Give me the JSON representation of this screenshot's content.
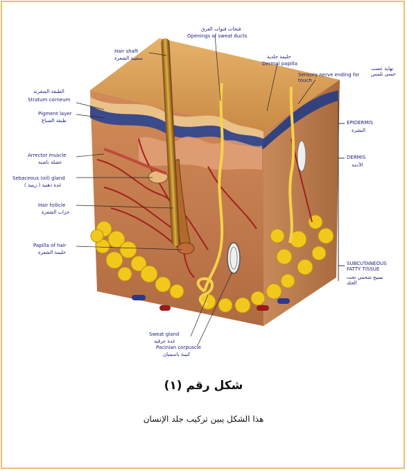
{
  "labels": {
    "hair_shaft_en": "Hair shaft",
    "hair_shaft_ar": "سفيبة الشعرة",
    "openings_ar": "فتحات قنوات العرق",
    "openings_en": "Openings of sweat ducts",
    "dermal_papilla_ar": "حليمة جلدية",
    "dermal_papilla_en": "Dermal papilla",
    "sensory_ar": "نهاية عصب حسي تلمس",
    "sensory_en": "Sensory nerve ending for touch",
    "stratum_ar": "الطبقة المتقرنة",
    "stratum_en": "Stratum corneum",
    "pigment_en": "Pigment layer",
    "pigment_ar": "طبقة الصباغ",
    "arrector_en": "Arrector muscle",
    "arrector_ar": "عضلة ناصبة",
    "sebaceous_en": "Sebaceous (oil) gland",
    "sebaceous_ar": "غدة دهنية ( زيتية )",
    "follicle_en": "Hair follicle",
    "follicle_ar": "جراب الشعرة",
    "papilla_hair_en": "Papilla of hair",
    "papilla_hair_ar": "حليمة الشعرة",
    "sweat_gland_en": "Sweat gland",
    "sweat_gland_ar": "غدة عرقية",
    "pacinian_en": "Pacinian corpuscle",
    "pacinian_ar": "كبيبة باسينيان",
    "epidermis_en": "EPIDERMIS",
    "epidermis_ar": "البشرة",
    "dermis_en": "DERMIS",
    "dermis_ar": "الأدمة",
    "subcut_en": "SUBCUTANEOUS FATTY TISSUE",
    "subcut_ar": "نسيج شحمي تحت الجلد"
  },
  "caption": {
    "title": "شكل رقم (١)",
    "subtitle": "هذا الشكل يبين تركيب جلد الإنسان"
  },
  "colors": {
    "frame": "#e8c06a",
    "epidermis": "#d9a15a",
    "dermis": "#c98a52",
    "pigment": "#3b4a8a",
    "fat": "#f2c81c",
    "vessel": "#a3211c",
    "label": "#1a1a7a"
  }
}
